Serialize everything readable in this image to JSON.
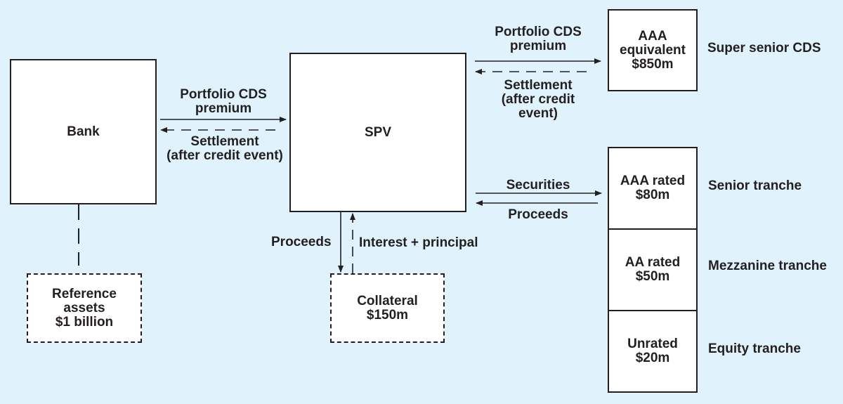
{
  "nodes": {
    "bank": "Bank",
    "spv": "SPV",
    "reference_assets": "Reference\nassets\n$1 billion",
    "collateral": "Collateral\n$150m",
    "super_senior": "AAA\nequivalent\n$850m"
  },
  "flows": {
    "bank_to_spv_premium": "Portfolio CDS\npremium",
    "spv_to_bank_settlement": "Settlement\n(after credit event)",
    "spv_to_super_senior_premium": "Portfolio CDS\npremium",
    "super_senior_to_spv_settlement": "Settlement\n(after credit\nevent)",
    "spv_to_tranches_securities": "Securities",
    "tranches_to_spv_proceeds": "Proceeds",
    "spv_to_collateral_proceeds": "Proceeds",
    "collateral_to_spv_interest": "Interest + principal"
  },
  "tranches": [
    {
      "box": "AAA rated\n$80m",
      "name": "Senior tranche"
    },
    {
      "box": "AA rated\n$50m",
      "name": "Mezzanine tranche"
    },
    {
      "box": "Unrated\n$20m",
      "name": "Equity tranche"
    }
  ],
  "super_senior_name": "Super senior CDS",
  "colors": {
    "background": "#e0f3fd",
    "stroke": "#231f20",
    "box_fill": "#ffffff"
  }
}
